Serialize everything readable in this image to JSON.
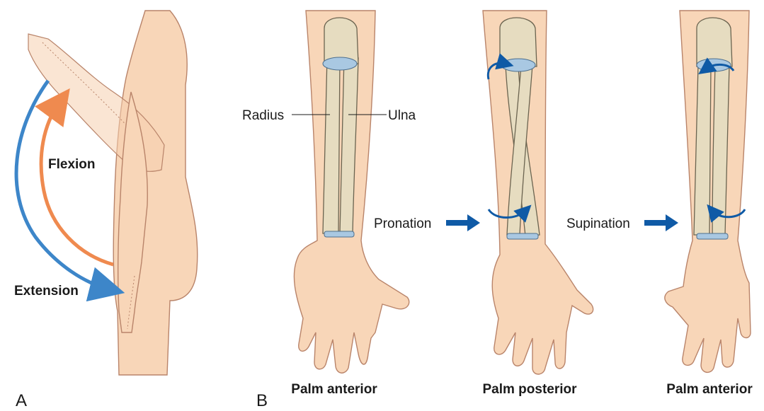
{
  "panels": {
    "a": {
      "letter": "A",
      "flexion_label": "Flexion",
      "extension_label": "Extension",
      "colors": {
        "flexion": "#ef8a4f",
        "extension": "#3d86c9"
      }
    },
    "b": {
      "letter": "B",
      "radius_label": "Radius",
      "ulna_label": "Ulna",
      "pronation_label": "Pronation",
      "supination_label": "Supination",
      "captions": [
        "Palm anterior",
        "Palm posterior",
        "Palm anterior"
      ],
      "colors": {
        "arrow": "#0f5aa6",
        "skin": "#f8d6b8",
        "bone": "#e6dcc0",
        "cartilage": "#a9c8e2"
      }
    }
  }
}
